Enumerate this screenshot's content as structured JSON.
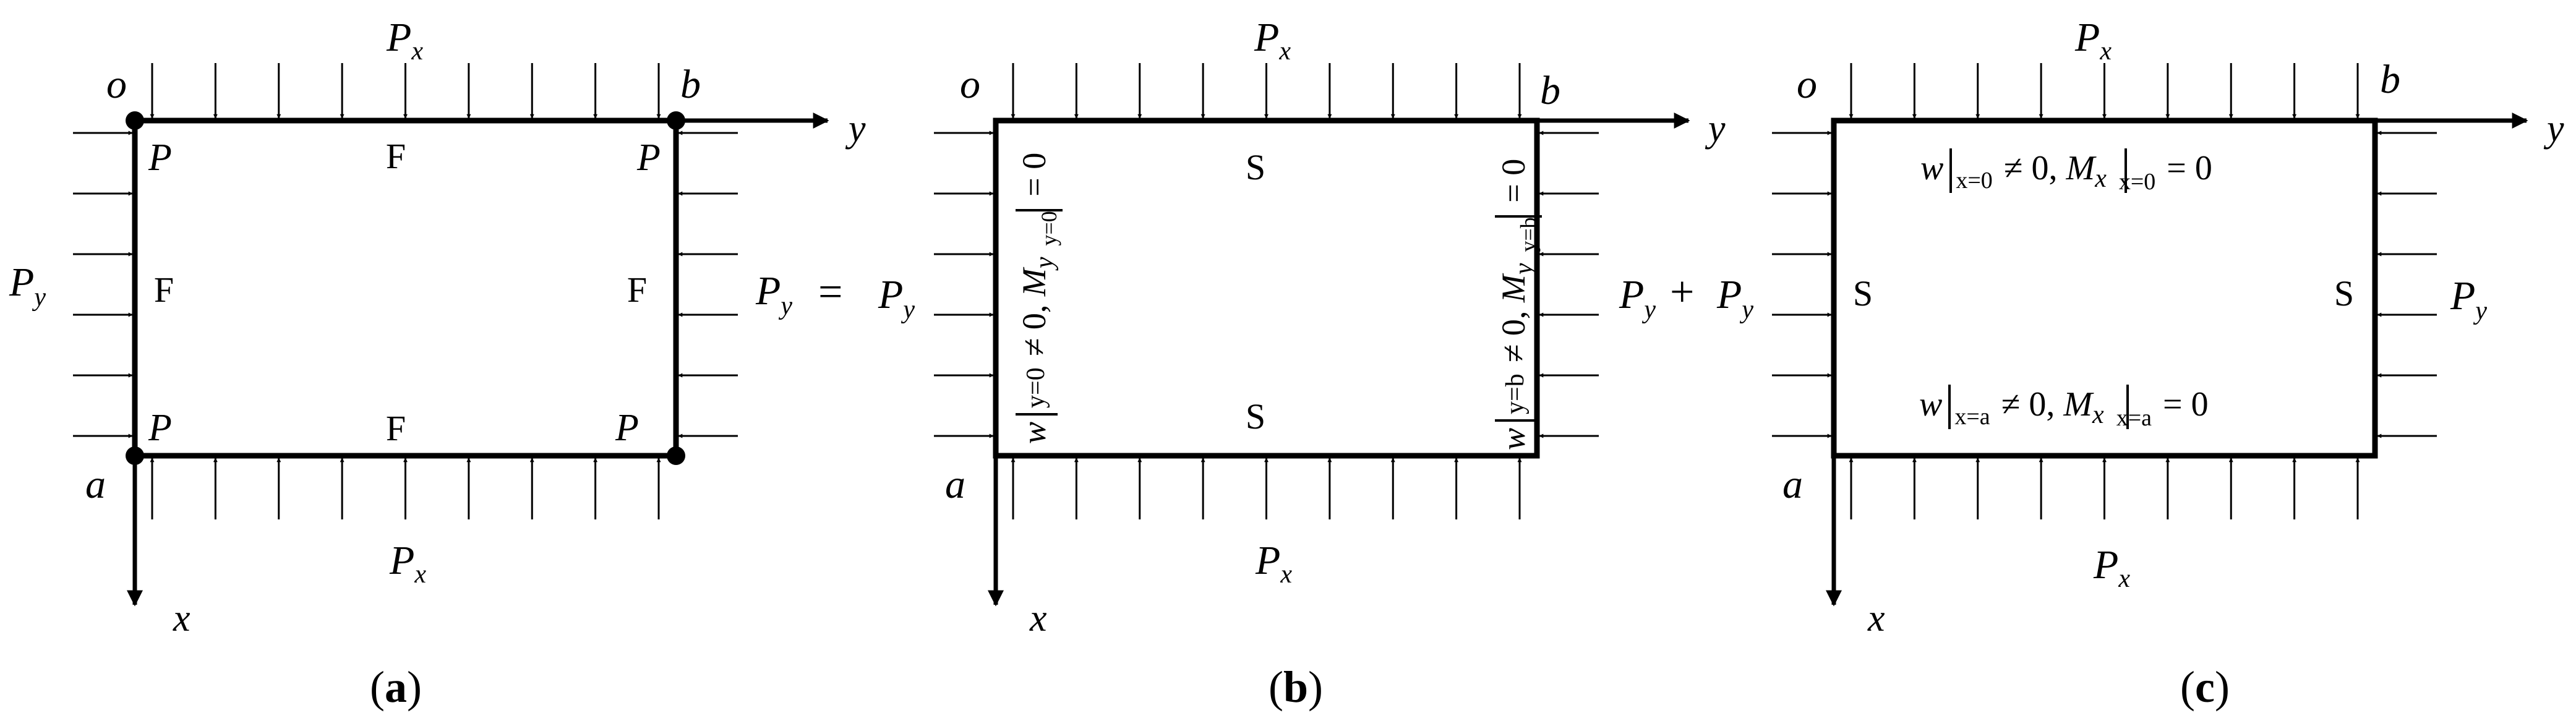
{
  "symbols": {
    "Px": [
      "P",
      "x"
    ],
    "Py": [
      "P",
      "y"
    ],
    "equals": "=",
    "plus": "+"
  },
  "panels": [
    {
      "id": "a",
      "caption": [
        "(",
        "a",
        ")"
      ],
      "origin_label": "o",
      "corner_b": "b",
      "corner_a": "a",
      "axis_y": "y",
      "axis_x": "x",
      "edge_top": "F",
      "edge_bottom": "F",
      "edge_left": "F",
      "edge_right": "F",
      "corner_point": "P"
    },
    {
      "id": "b",
      "caption": [
        "(",
        "b",
        ")"
      ],
      "origin_label": "o",
      "corner_b": "b",
      "corner_a": "a",
      "axis_y": "y",
      "axis_x": "x",
      "edge_top": "S",
      "edge_bottom": "S",
      "left_cond": {
        "w": "w",
        "sub1": "y=0",
        "neq": "≠ 0, ",
        "M": "M",
        "Msub": "y",
        "sub2": "y=0",
        "eq": " = 0"
      },
      "right_cond": {
        "w": "w",
        "sub1": "y=b",
        "neq": "≠ 0, ",
        "M": "M",
        "Msub": "y",
        "sub2": "y=b",
        "eq": " = 0"
      }
    },
    {
      "id": "c",
      "caption": [
        "(",
        "c",
        ")"
      ],
      "origin_label": "o",
      "corner_b": "b",
      "corner_a": "a",
      "axis_y": "y",
      "axis_x": "x",
      "edge_left": "S",
      "edge_right": "S",
      "top_cond": {
        "w": "w",
        "sub1": "x=0",
        "neq": " ≠ 0, ",
        "M": "M",
        "Msub": "x",
        "sub2": "x=0",
        "eq": " = 0"
      },
      "bottom_cond": {
        "w": "w",
        "sub1": "x=a",
        "neq": " ≠ 0, ",
        "M": "M",
        "Msub": "x",
        "sub2": "x=a",
        "eq": " = 0"
      }
    }
  ]
}
